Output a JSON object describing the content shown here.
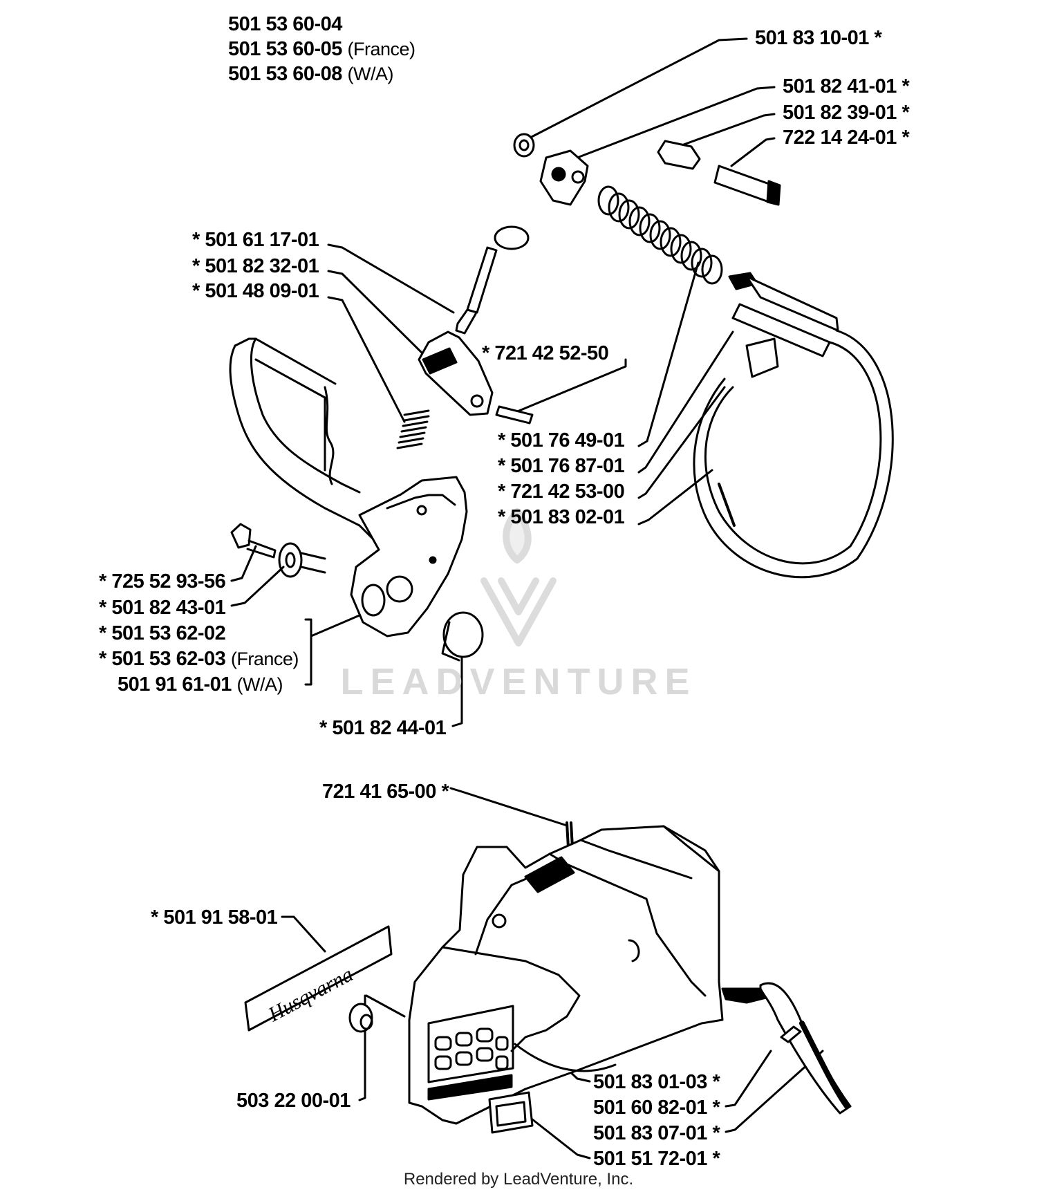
{
  "header_part_numbers": [
    {
      "number": "501 53 60-04",
      "note": ""
    },
    {
      "number": "501 53 60-05",
      "note": "(France)"
    },
    {
      "number": "501 53 60-08",
      "note": "(W/A)"
    }
  ],
  "labels": {
    "l01": "501 83 10-01  *",
    "l02": "501 82 41-01  *",
    "l03": "501 82 39-01  *",
    "l04": "722 14 24-01  *",
    "l05": "*  501 61 17-01",
    "l06": "*  501 82 32-01",
    "l07": "*  501 48 09-01",
    "l08": "*  721 42 52-50",
    "l09": "*  501 76 49-01",
    "l10": "*  501 76 87-01",
    "l11": "*  721 42 53-00",
    "l12": "*  501 83 02-01",
    "l13": "*  725 52 93-56",
    "l14": "*  501 82 43-01",
    "l15": "*  501 53 62-02",
    "l16": "*  501 53 62-03",
    "l16_note": "(France)",
    "l17": "501 91 61-01",
    "l17_note": "(W/A)",
    "l18": "*  501 82 44-01",
    "l19": "721 41 65-00  *",
    "l20": "*  501 91 58-01",
    "l21": "503 22 00-01",
    "l22": "501 83 01-03  *",
    "l23": "501 60 82-01  *",
    "l24": "501 83 07-01  *",
    "l25": "501 51 72-01  *"
  },
  "decal_text": "Husqvarna",
  "watermark": "LEADVENTURE",
  "footer": "Rendered by LeadVenture, Inc."
}
